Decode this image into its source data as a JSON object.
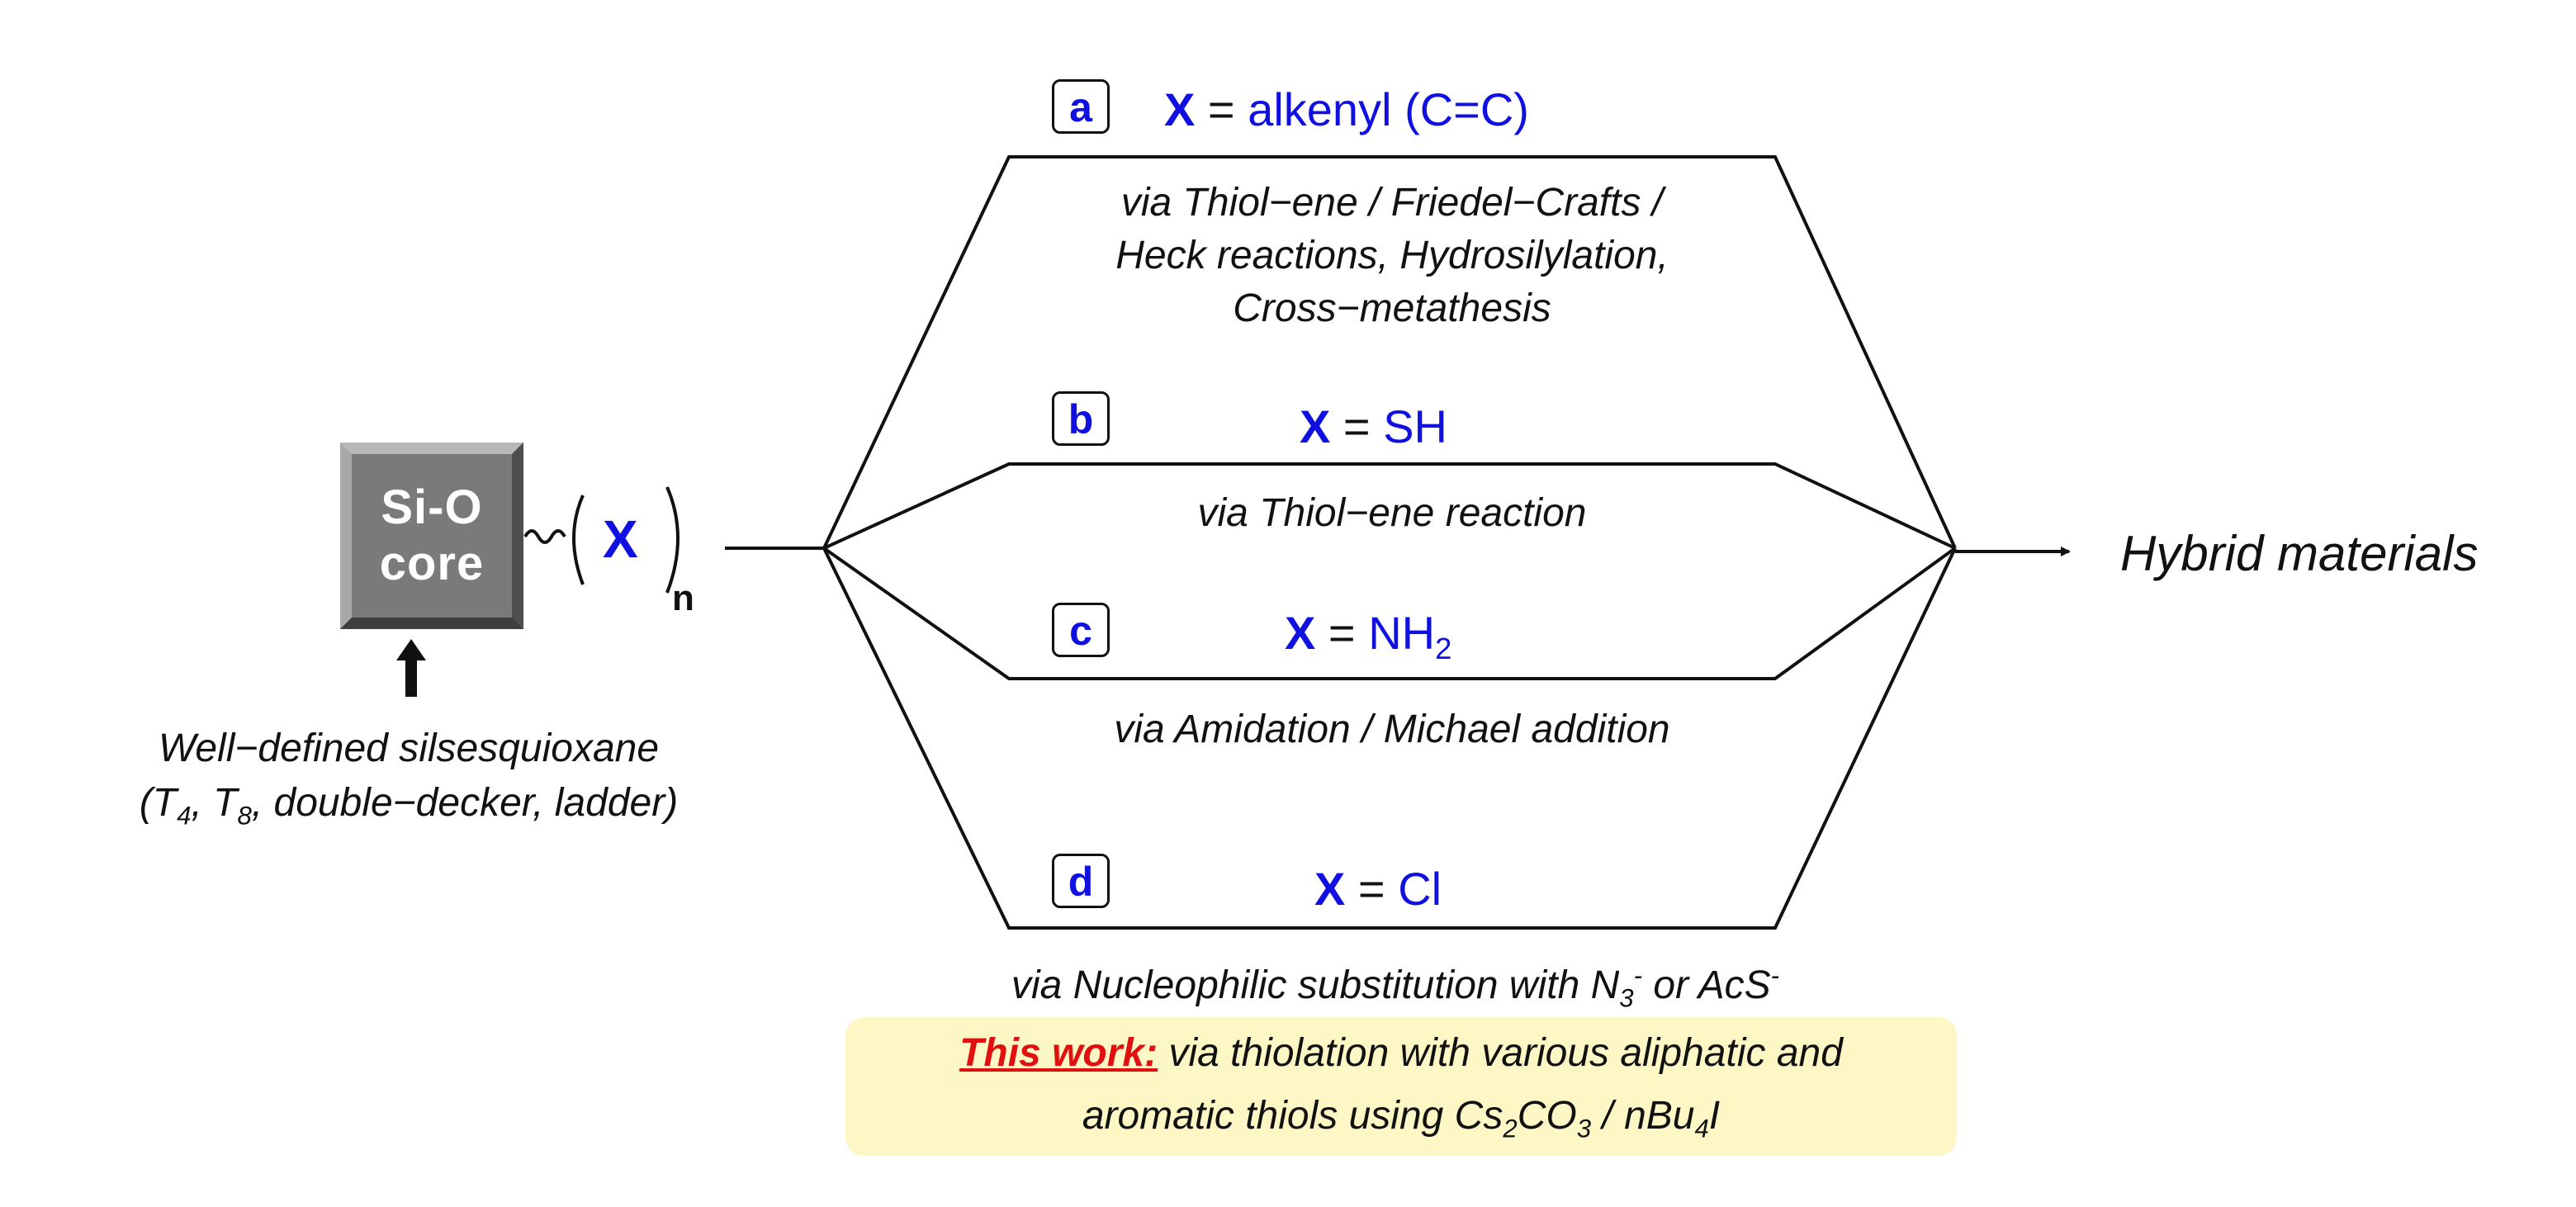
{
  "core": {
    "line1": "Si-O",
    "line2": "core",
    "group": "X",
    "subscript": "n"
  },
  "caption": {
    "line1": "Well−defined silsesquioxane",
    "line2_open": "(T",
    "line2_sub1": "4",
    "line2_mid": ", T",
    "line2_sub2": "8",
    "line2_rest": ", double−decker, ladder)"
  },
  "routes": [
    {
      "label": "a",
      "x_symbol": "X",
      "equals": " = ",
      "value": "alkenyl (C=C)",
      "description": [
        "via Thiol−ene / Friedel−Crafts /",
        "Heck reactions, Hydrosilylation,",
        "Cross−metathesis"
      ]
    },
    {
      "label": "b",
      "x_symbol": "X",
      "equals": " = ",
      "value": "SH",
      "description": [
        "via Thiol−ene reaction"
      ]
    },
    {
      "label": "c",
      "x_symbol": "X",
      "equals": " = ",
      "value": "NH",
      "value_sub": "2",
      "description": [
        "via Amidation / Michael addition"
      ]
    },
    {
      "label": "d",
      "x_symbol": "X",
      "equals": " = ",
      "value": "Cl",
      "description_parts": {
        "prefix": "via Nucleophilic substitution with N",
        "sub": "3",
        "sup1": "-",
        "mid": " or AcS",
        "sup2": "-"
      }
    }
  ],
  "product": "Hybrid materials",
  "this_work": {
    "label": "This work:",
    "line1_rest": " via thiolation with various aliphatic and",
    "line2_pre": "aromatic thiols using Cs",
    "line2_sub1": "2",
    "line2_mid1": "CO",
    "line2_sub2": "3",
    "line2_mid2": " / nBu",
    "line2_sub3": "4",
    "line2_end": "I"
  },
  "colors": {
    "accent_blue": "#1010e0",
    "highlight_red": "#e01010",
    "highlight_bg": "#fdf7c6",
    "core_gray": "#7a7a7a"
  }
}
